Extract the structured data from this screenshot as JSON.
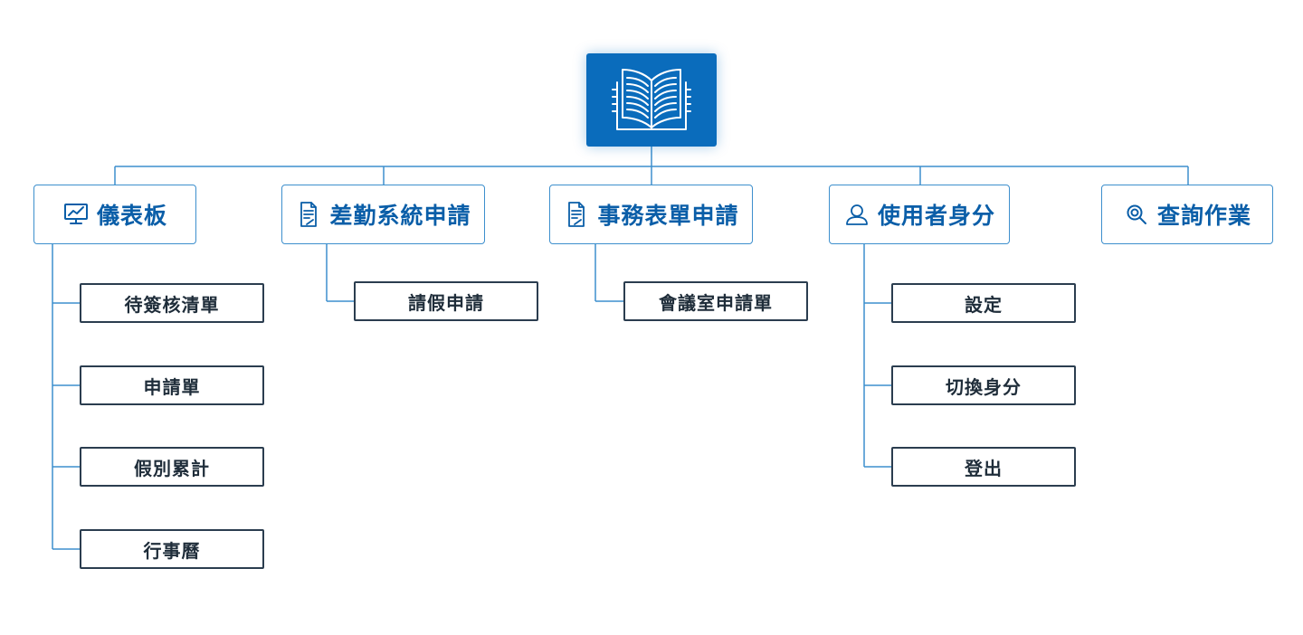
{
  "colors": {
    "primary": "#0a6cbc",
    "connector": "#3d8fcd",
    "category_text": "#0a5ea8",
    "item_border": "#2b3d4f",
    "item_text": "#1f2d3a"
  },
  "root": {
    "icon": "open-book-icon"
  },
  "categories": [
    {
      "label": "儀表板",
      "icon": "monitor-chart-icon",
      "items": [
        "待簽核清單",
        "申請單",
        "假別累計",
        "行事曆"
      ]
    },
    {
      "label": "差勤系統申請",
      "icon": "document-icon",
      "items": [
        "請假申請"
      ]
    },
    {
      "label": "事務表單申請",
      "icon": "document-icon",
      "items": [
        "會議室申請單"
      ]
    },
    {
      "label": "使用者身分",
      "icon": "user-icon",
      "items": [
        "設定",
        "切換身分",
        "登出"
      ]
    },
    {
      "label": "查詢作業",
      "icon": "search-icon",
      "items": []
    }
  ]
}
